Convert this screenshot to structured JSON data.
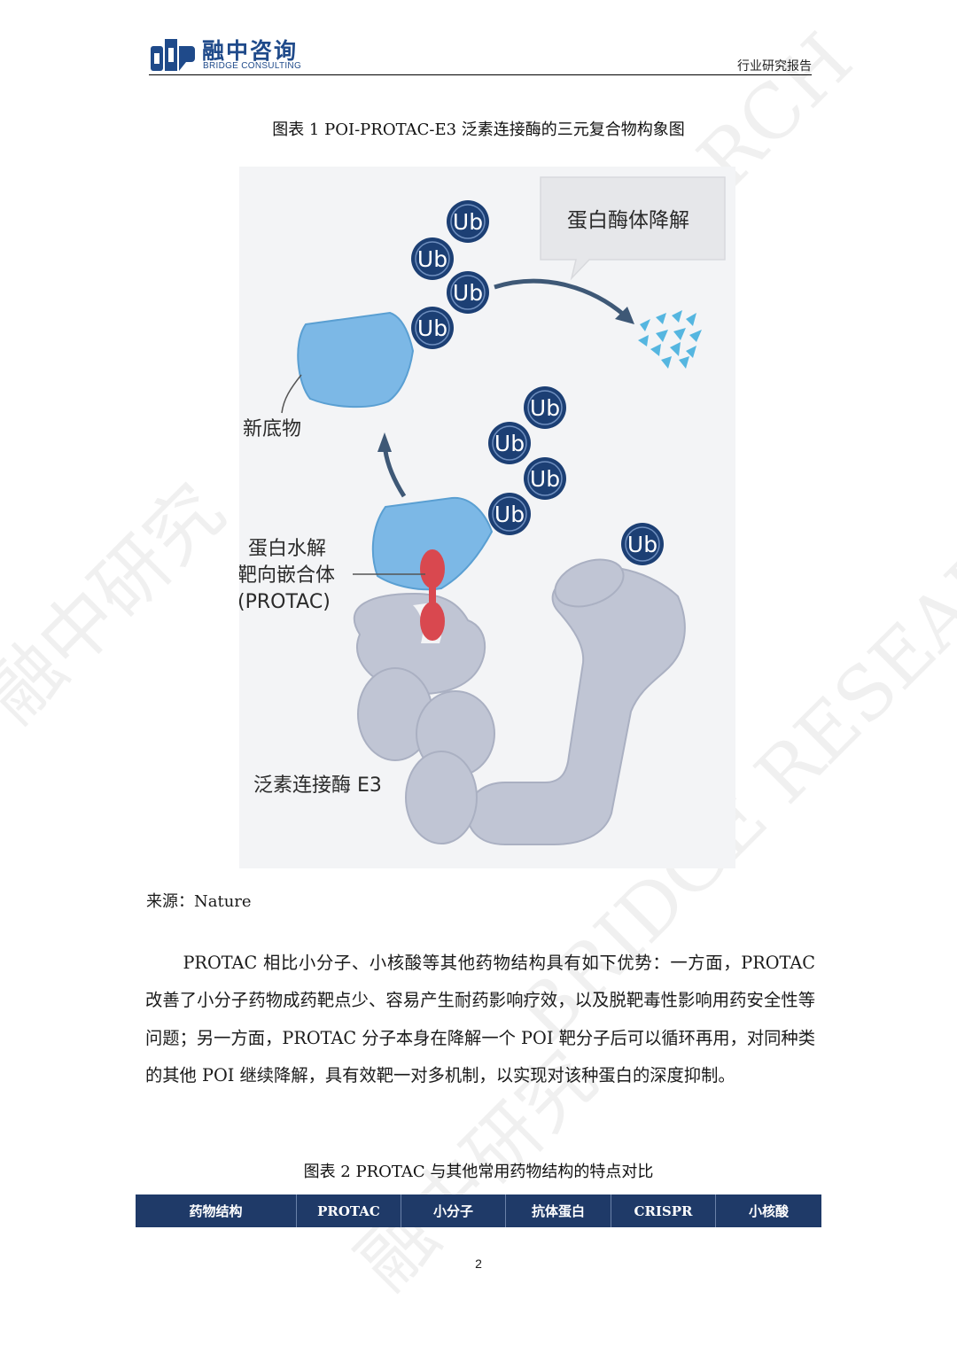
{
  "header": {
    "logo_cn": "融中咨询",
    "logo_en": "BRIDGE CONSULTING",
    "report_type": "行业研究报告"
  },
  "watermark": {
    "en1": "BRIDGE RESEARCH",
    "cn1": "融中研究",
    "cn2": "融中研究",
    "en2": "BRIDGE RESEARCH"
  },
  "figure1": {
    "caption": "图表 1 POI-PROTAC-E3 泛素连接酶的三元复合物构象图",
    "labels": {
      "ub": "Ub",
      "proteasome": "蛋白酶体降解",
      "neo_substrate": "新底物",
      "protac_line1": "蛋白水解",
      "protac_line2": "靶向嵌合体",
      "protac_line3": "(PROTAC)",
      "e3": "泛素连接酶 E3"
    },
    "colors": {
      "protein_blue": "#7cb8e6",
      "ub_navy": "#1c3f74",
      "e3_gray": "#c0c5d4",
      "protac_red": "#d9484f"
    }
  },
  "source": "来源：Nature",
  "paragraph": "PROTAC 相比小分子、小核酸等其他药物结构具有如下优势：一方面，PROTAC 改善了小分子药物成药靶点少、容易产生耐药影响疗效，以及脱靶毒性影响用药安全性等问题；另一方面，PROTAC 分子本身在降解一个 POI 靶分子后可以循环再用，对同种类的其他 POI 继续降解，具有效靶一对多机制，以实现对该种蛋白的深度抑制。",
  "table2": {
    "caption": "图表 2 PROTAC 与其他常用药物结构的特点对比",
    "headers": [
      "药物结构",
      "PROTAC",
      "小分子",
      "抗体蛋白",
      "CRISPR",
      "小核酸"
    ],
    "header_color": "#1f3a68"
  },
  "page_number": "2"
}
